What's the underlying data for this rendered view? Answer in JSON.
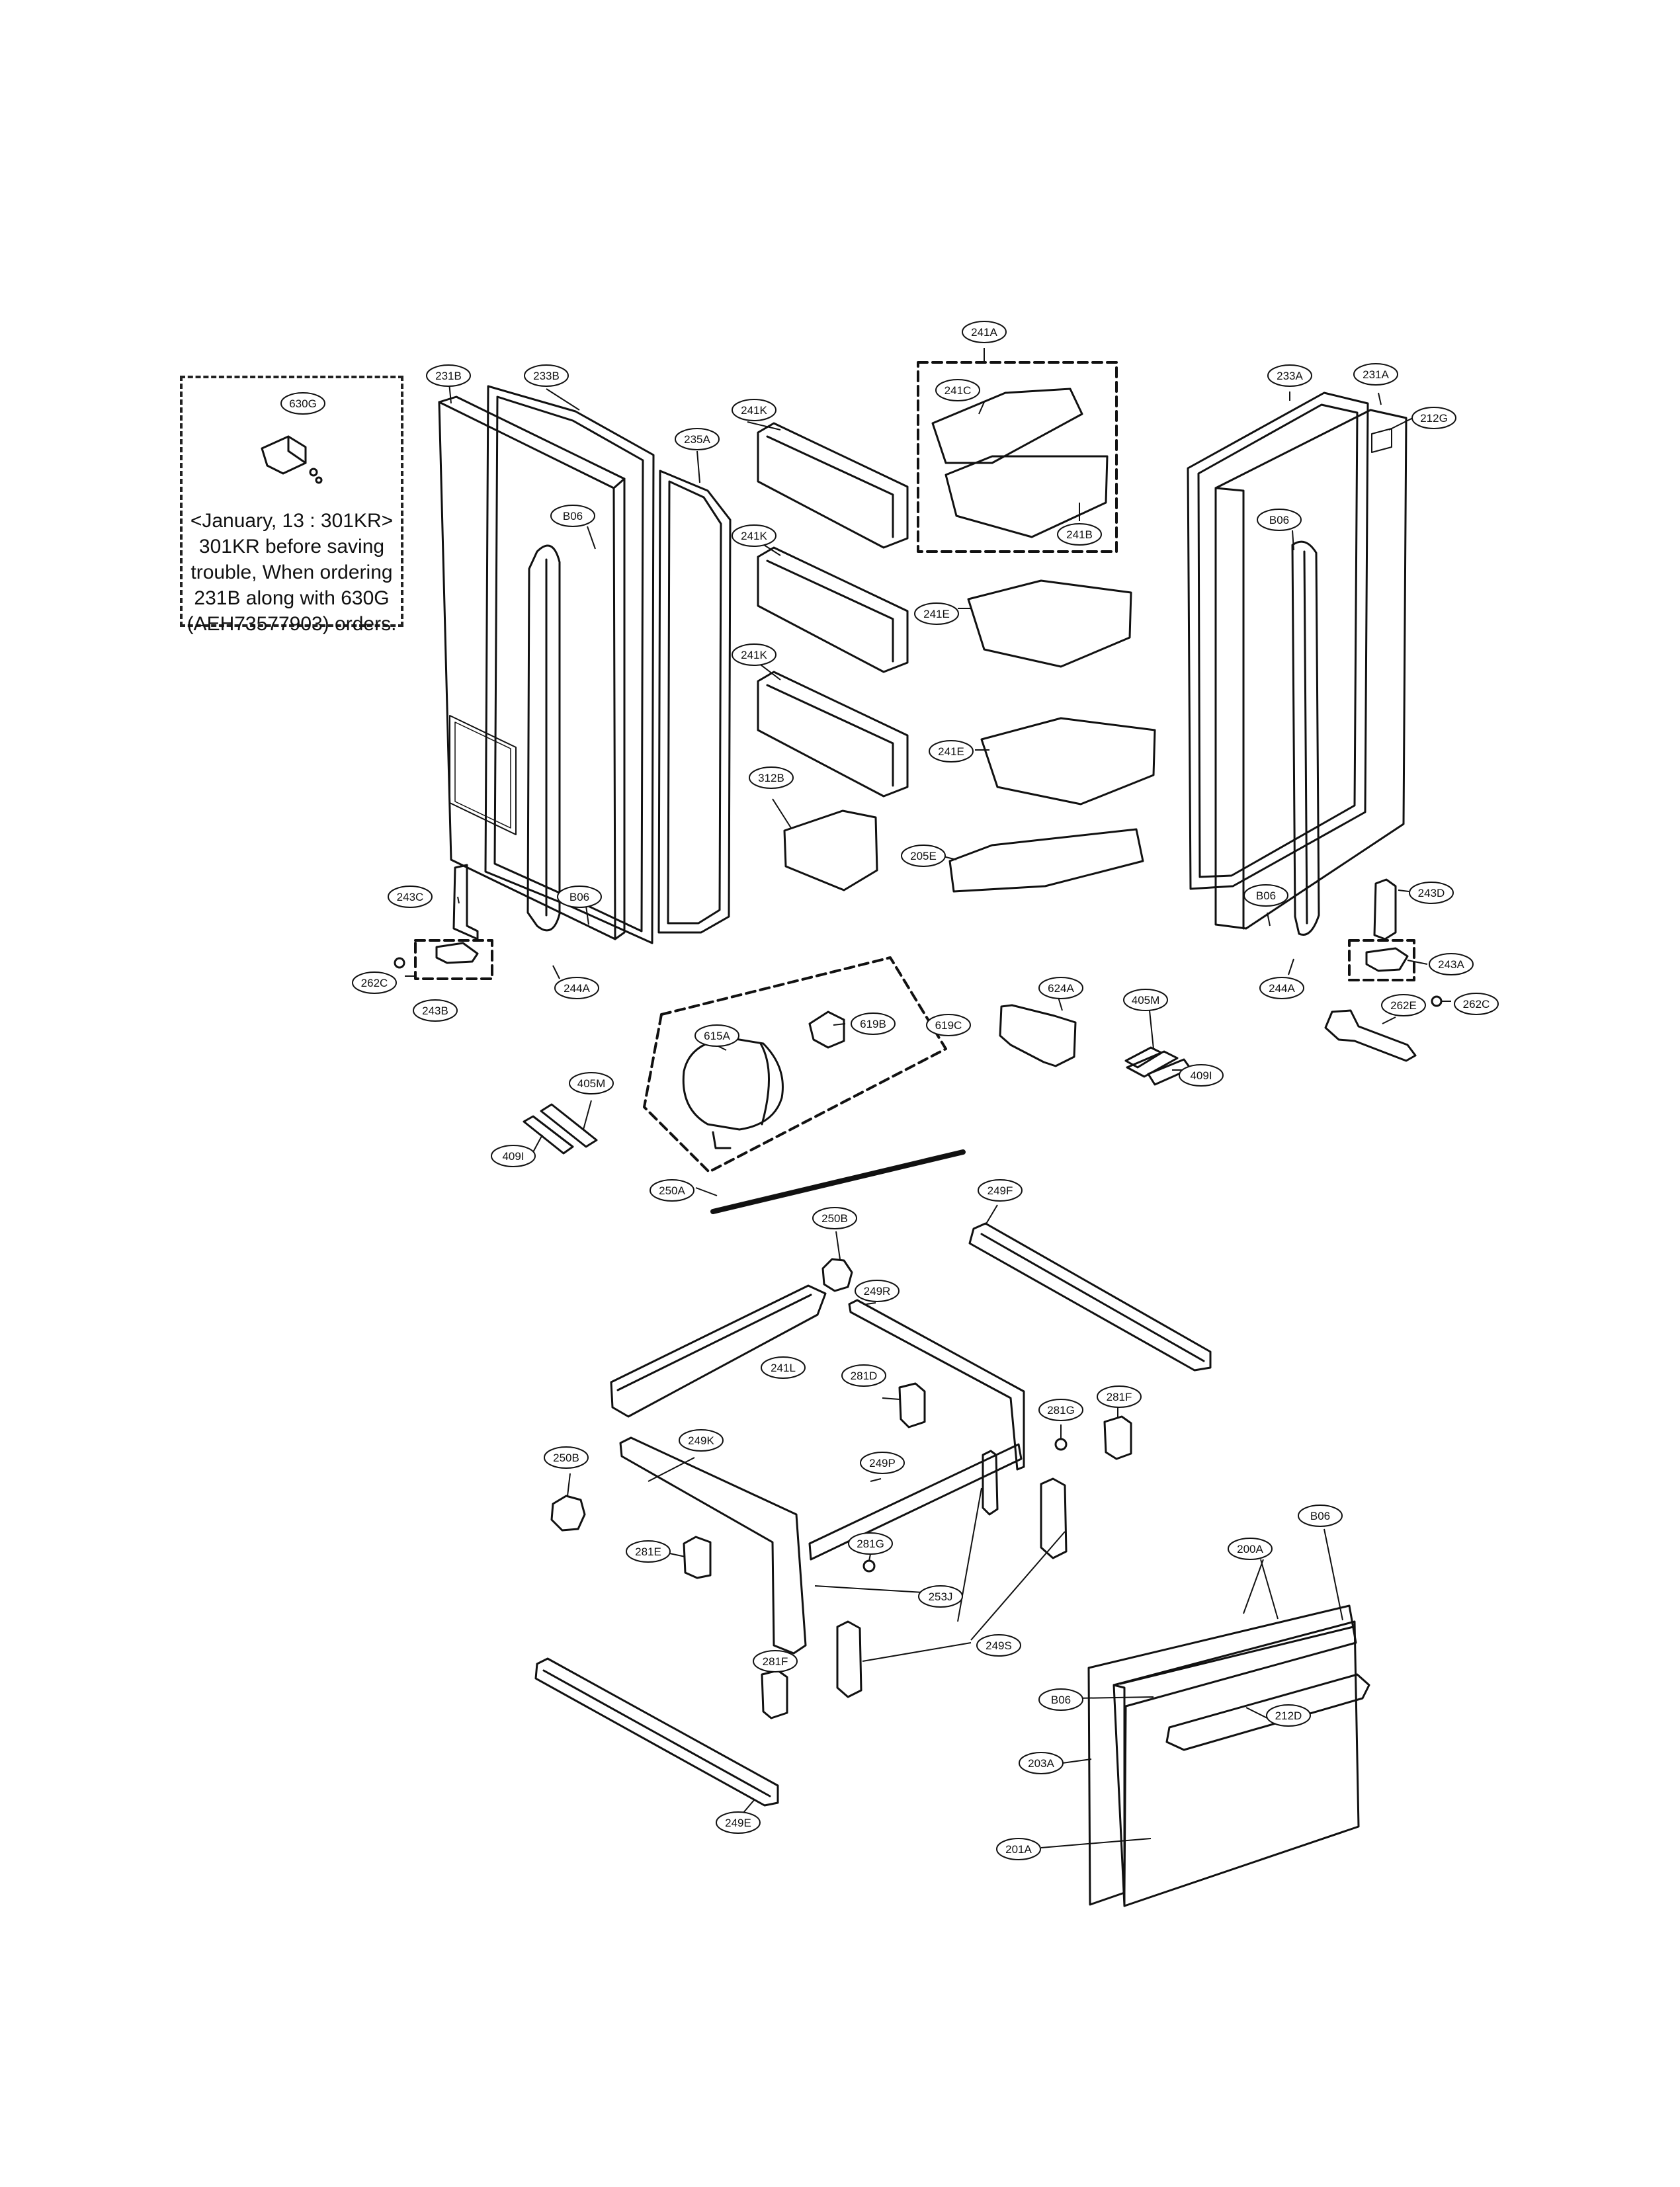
{
  "note": {
    "lines": [
      "<January, 13 : 301KR>",
      "301KR before saving",
      "trouble, When ordering",
      "231B along with 630G",
      "(AEH73577903) orders."
    ]
  },
  "callouts": [
    {
      "id": "note-630g",
      "label": "630G"
    },
    {
      "id": "231b",
      "label": "231B"
    },
    {
      "id": "233b",
      "label": "233B"
    },
    {
      "id": "235a",
      "label": "235A"
    },
    {
      "id": "b06-left-top",
      "label": "B06"
    },
    {
      "id": "b06-left-bottom",
      "label": "B06"
    },
    {
      "id": "243c",
      "label": "243C"
    },
    {
      "id": "262c-left",
      "label": "262C"
    },
    {
      "id": "243b",
      "label": "243B"
    },
    {
      "id": "244a-left",
      "label": "244A"
    },
    {
      "id": "241a",
      "label": "241A"
    },
    {
      "id": "241c",
      "label": "241C"
    },
    {
      "id": "241b",
      "label": "241B"
    },
    {
      "id": "241k-1",
      "label": "241K"
    },
    {
      "id": "241k-2",
      "label": "241K"
    },
    {
      "id": "241k-3",
      "label": "241K"
    },
    {
      "id": "241e-1",
      "label": "241E"
    },
    {
      "id": "241e-2",
      "label": "241E"
    },
    {
      "id": "312b",
      "label": "312B"
    },
    {
      "id": "205e",
      "label": "205E"
    },
    {
      "id": "233a",
      "label": "233A"
    },
    {
      "id": "231a",
      "label": "231A"
    },
    {
      "id": "212g",
      "label": "212G"
    },
    {
      "id": "b06-right-top",
      "label": "B06"
    },
    {
      "id": "b06-right-bottom",
      "label": "B06"
    },
    {
      "id": "243d",
      "label": "243D"
    },
    {
      "id": "243a",
      "label": "243A"
    },
    {
      "id": "244a-right",
      "label": "244A"
    },
    {
      "id": "262e",
      "label": "262E"
    },
    {
      "id": "262c-right",
      "label": "262C"
    },
    {
      "id": "615a",
      "label": "615A"
    },
    {
      "id": "619b",
      "label": "619B"
    },
    {
      "id": "619c",
      "label": "619C"
    },
    {
      "id": "624a",
      "label": "624A"
    },
    {
      "id": "405m-right",
      "label": "405M"
    },
    {
      "id": "409i-right",
      "label": "409I"
    },
    {
      "id": "405m-left",
      "label": "405M"
    },
    {
      "id": "409i-left",
      "label": "409I"
    },
    {
      "id": "250a",
      "label": "250A"
    },
    {
      "id": "249f",
      "label": "249F"
    },
    {
      "id": "250b-top",
      "label": "250B"
    },
    {
      "id": "249r",
      "label": "249R"
    },
    {
      "id": "241l",
      "label": "241L"
    },
    {
      "id": "281d",
      "label": "281D"
    },
    {
      "id": "281g-right",
      "label": "281G"
    },
    {
      "id": "281f-right",
      "label": "281F"
    },
    {
      "id": "249k",
      "label": "249K"
    },
    {
      "id": "250b-left",
      "label": "250B"
    },
    {
      "id": "249p",
      "label": "249P"
    },
    {
      "id": "281e",
      "label": "281E"
    },
    {
      "id": "281g-left",
      "label": "281G"
    },
    {
      "id": "253j",
      "label": "253J"
    },
    {
      "id": "249s",
      "label": "249S"
    },
    {
      "id": "281f-left",
      "label": "281F"
    },
    {
      "id": "249e",
      "label": "249E"
    },
    {
      "id": "b06-drawer-top",
      "label": "B06"
    },
    {
      "id": "200a",
      "label": "200A"
    },
    {
      "id": "b06-drawer",
      "label": "B06"
    },
    {
      "id": "212d",
      "label": "212D"
    },
    {
      "id": "203a",
      "label": "203A"
    },
    {
      "id": "201a",
      "label": "201A"
    }
  ]
}
